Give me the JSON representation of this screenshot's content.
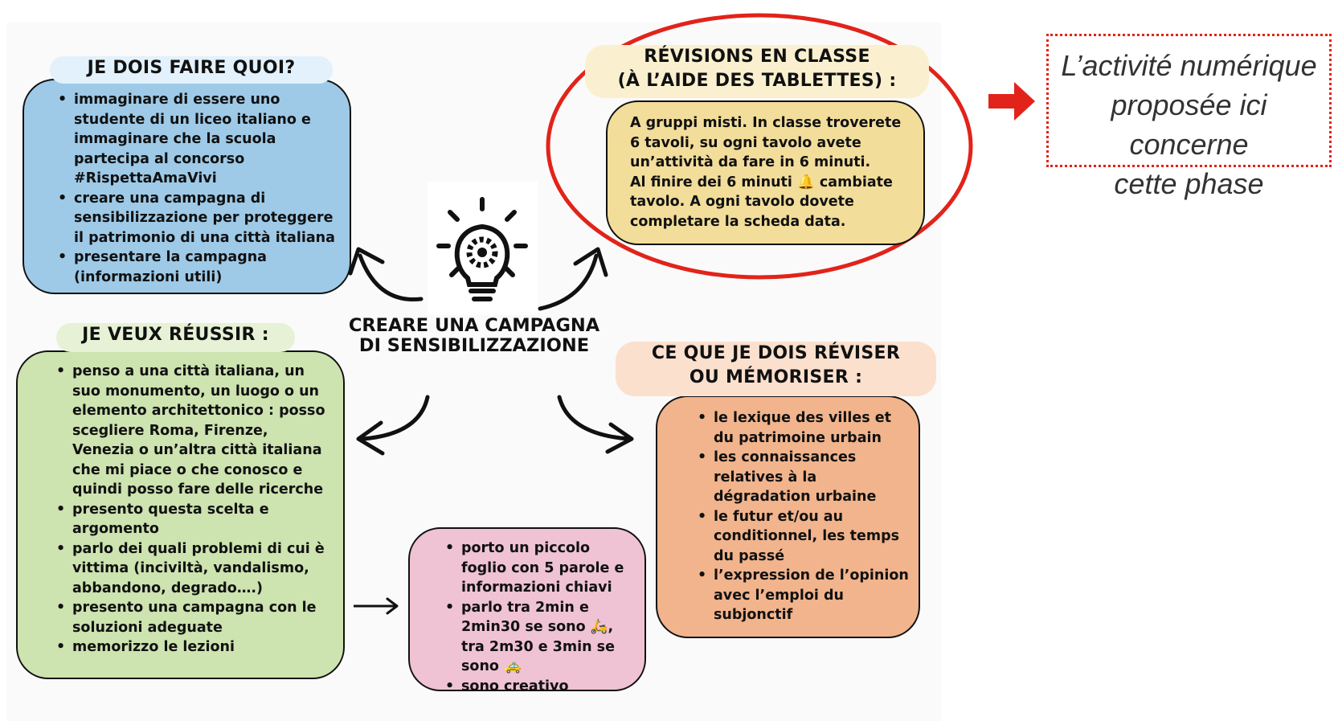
{
  "center": {
    "title": "CREARE UNA CAMPAGNA DI SENSIBILIZZAZIONE",
    "icon": "lightbulb-gear-icon"
  },
  "todo": {
    "heading": "JE DOIS FAIRE QUOI?",
    "items": [
      "immaginare di essere uno studente di un liceo italiano e immaginare che la scuola partecipa al concorso #RispettaAmaVivi",
      "creare una campagna di sensibilizzazione per proteggere il patrimonio di una città italiana",
      "presentare la campagna (informazioni utili)"
    ],
    "color": "#9ecae8"
  },
  "revisions": {
    "heading_line1": "RÉVISIONS EN CLASSE",
    "heading_line2": "(À L’AIDE DES TABLETTES) :",
    "lines": [
      "A gruppi misti. In classe troverete",
      "6 tavoli, su ogni tavolo avete",
      "un’attività da fare in 6 minuti.",
      "Al finire dei 6 minuti 🔔 cambiate",
      "tavolo. A ogni tavolo dovete",
      "completare la scheda data."
    ],
    "color": "#f2dd9a",
    "highlight_color": "#e2231a"
  },
  "success": {
    "heading": "JE VEUX RÉUSSIR :",
    "items": [
      "penso a una città italiana, un suo monumento, un luogo o un elemento architettonico : posso scegliere Roma, Firenze, Venezia o un’altra città italiana che mi piace o che conosco e quindi posso fare delle ricerche",
      "presento questa scelta e argomento",
      "parlo dei quali problemi di cui è vittima (inciviltà, vandalismo, abbandono, degrado….)",
      "presento una campagna con le soluzioni adeguate",
      "memorizzo le lezioni"
    ],
    "color": "#cde3b0"
  },
  "oral": {
    "items": [
      "porto un piccolo foglio con 5 parole e informazioni chiavi",
      "parlo tra 2min e 2min30 se sono 🛵, tra 2m30 e 3min se sono 🚕",
      "sono creativo"
    ],
    "color": "#efc2d4"
  },
  "review": {
    "heading_line1": "CE QUE JE DOIS RÉVISER",
    "heading_line2": "OU MÉMORISER :",
    "items": [
      "le lexique des villes et du patrimoine urbain",
      "les connaissances relatives à la dégradation urbaine",
      "le futur et/ou au conditionnel, les temps du passé",
      "l’expression de l’opinion avec l’emploi du subjonctif"
    ],
    "color": "#f2b48c"
  },
  "note": {
    "line1": "L’activité numérique",
    "line2": "proposée ici concerne",
    "line3": "cette phase",
    "arrow_color": "#e2231a"
  }
}
